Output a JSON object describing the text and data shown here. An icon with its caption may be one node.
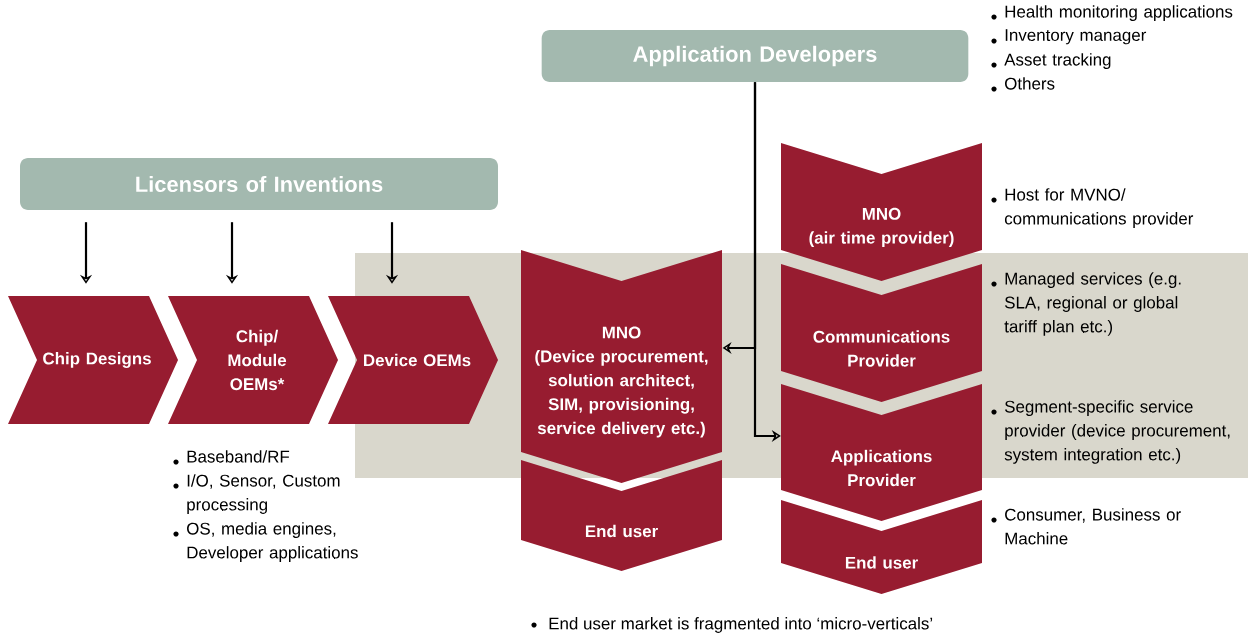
{
  "diagram": {
    "nodes": [
      {
        "text": [
          "Licensors of Inventions"
        ]
      },
      {
        "text": [
          "Application Developers"
        ],
        "beside": [
          "Health monitoring applications",
          "Inventory manager",
          "Asset tracking",
          "Others"
        ]
      },
      {
        "text": [
          "Chip Designs"
        ]
      },
      {
        "text": [
          "Chip/ Module OEMs*"
        ],
        "beside": [
          "Baseband/RF",
          "I/O, Sensor, Custom processing",
          "OS, media engines, Developer applications"
        ]
      },
      {
        "text": [
          "Device OEMs"
        ]
      },
      {
        "text": [
          "MNO",
          "(Device procurement, solution architect, SIM, provisioning, service delivery etc.)"
        ]
      },
      {
        "text": [
          "End user"
        ]
      },
      {
        "text": [
          "MNO",
          "(air time provider)"
        ],
        "beside": [
          "Host for MVNO/ communications provider"
        ]
      },
      {
        "text": [
          "Communications Provider"
        ],
        "beside": [
          "Managed services (e.g. SLA, regional or global tariff plan etc.)"
        ]
      },
      {
        "text": [
          "Applications Provider"
        ],
        "beside": [
          "Segment-specific service provider (device procurement, system integration etc.)"
        ]
      },
      {
        "text": [
          "End user"
        ],
        "beside": [
          "Consumer, Business or Machine"
        ]
      }
    ],
    "edges": [
      {
        "from": 0,
        "to": 2,
        "arrow": "to"
      },
      {
        "from": 0,
        "to": 3,
        "arrow": "to"
      },
      {
        "from": 0,
        "to": 4,
        "arrow": "to"
      },
      {
        "from": 1,
        "to": 5,
        "arrow": "to"
      },
      {
        "from": 1,
        "to": 9,
        "arrow": "to"
      }
    ],
    "labels": [
      "End user market is fragmented into ‘micro-verticals’"
    ]
  }
}
